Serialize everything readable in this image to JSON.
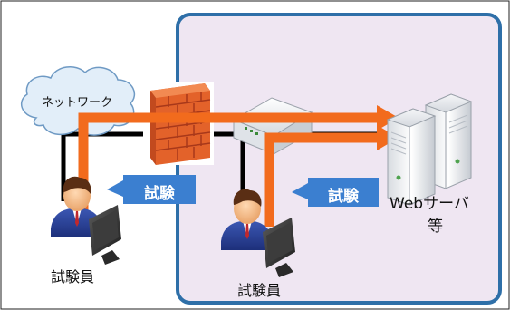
{
  "diagram": {
    "cloud_label": "ネットワーク",
    "badge_left": "試験",
    "badge_right": "試験",
    "server_label_line1": "Webサーバ",
    "server_label_line2": "等",
    "tester_left_label": "試験員",
    "tester_right_label": "試験員",
    "colors": {
      "frame_border": "#2e6fa8",
      "panel_fill": "#efe6f2",
      "arrow": "#f26b1d",
      "badge": "#3b7fd0",
      "network_line": "#000000",
      "cloud_fill": "#e2eef9",
      "cloud_stroke": "#6f9ac4"
    },
    "icons": [
      "cloud-icon",
      "firewall-icon",
      "router-icon",
      "server-icon",
      "user-icon",
      "monitor-icon"
    ]
  }
}
